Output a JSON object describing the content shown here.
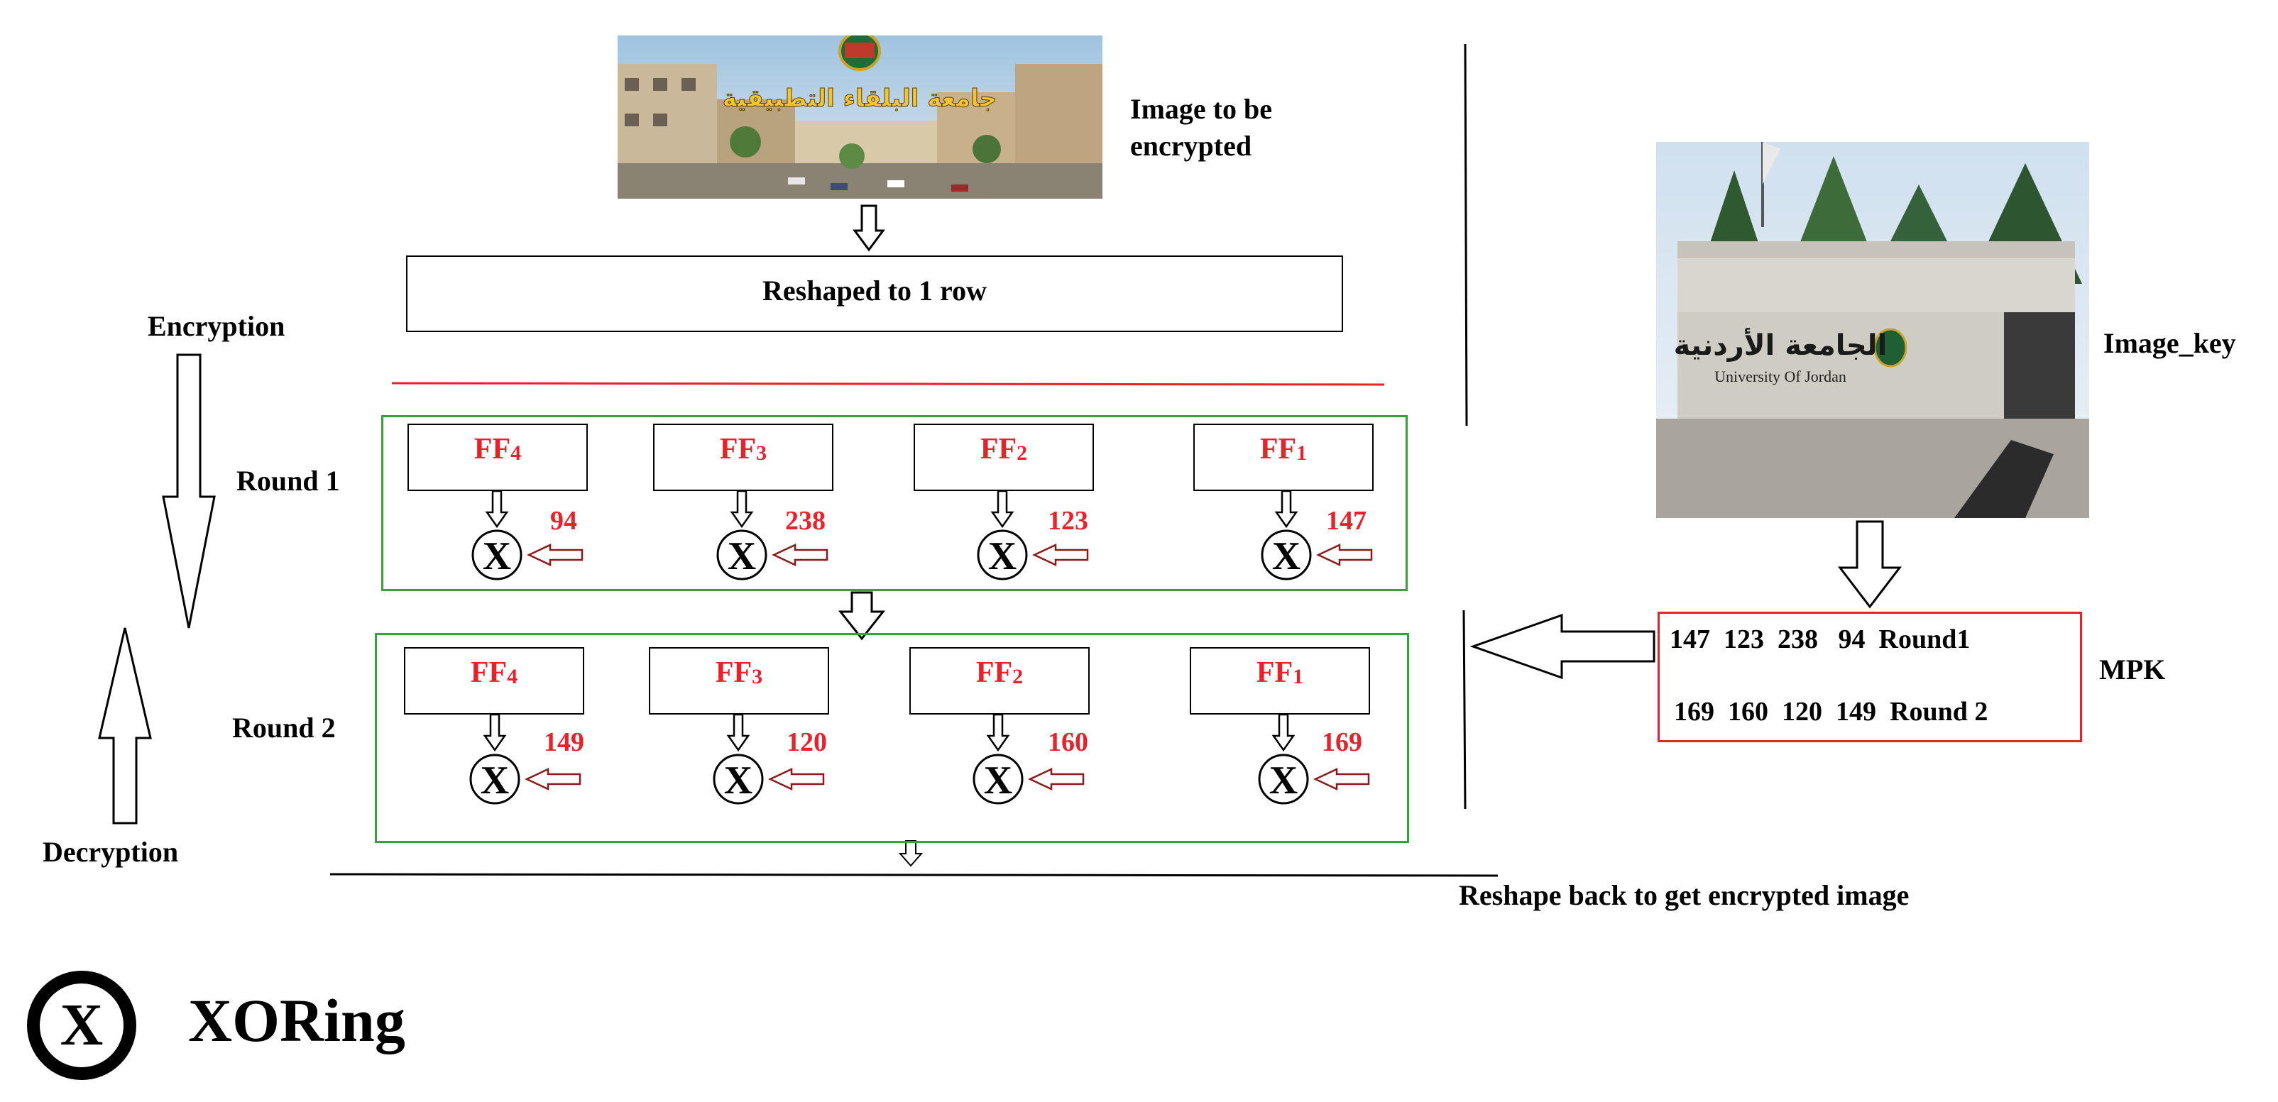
{
  "labels": {
    "image_to_encrypt": "Image to be encrypted",
    "reshape_row": "Reshaped to 1 row",
    "encryption": "Encryption",
    "decryption": "Decryption",
    "image_key": "Image_key",
    "mpk": "MPK",
    "reshape_back": "Reshape back to get encrypted image",
    "legend": "XORing",
    "xor_symbol": "X"
  },
  "rounds": [
    {
      "label": "Round 1",
      "functions": [
        {
          "name": "FF",
          "sub": "4",
          "key": "94"
        },
        {
          "name": "FF",
          "sub": "3",
          "key": "238"
        },
        {
          "name": "FF",
          "sub": "2",
          "key": "123"
        },
        {
          "name": "FF",
          "sub": "1",
          "key": "147"
        }
      ]
    },
    {
      "label": "Round 2",
      "functions": [
        {
          "name": "FF",
          "sub": "4",
          "key": "149"
        },
        {
          "name": "FF",
          "sub": "3",
          "key": "120"
        },
        {
          "name": "FF",
          "sub": "2",
          "key": "160"
        },
        {
          "name": "FF",
          "sub": "1",
          "key": "169"
        }
      ]
    }
  ],
  "mpk_rows": [
    {
      "keys": [
        "147",
        "123",
        "238",
        "94"
      ],
      "round": "Round1"
    },
    {
      "keys": [
        "169",
        "160",
        "120",
        "149"
      ],
      "round": "Round 2"
    }
  ],
  "photos": {
    "top_sign_text": "جامعة البلقاء التطبيقية",
    "key_sign_arabic": "الجامعة الأردنية",
    "key_sign_english": "University Of Jordan"
  },
  "colors": {
    "accent_red": "#e8212a",
    "round_border_green": "#33a537",
    "arrow_dark_red": "#8b1a1a"
  }
}
